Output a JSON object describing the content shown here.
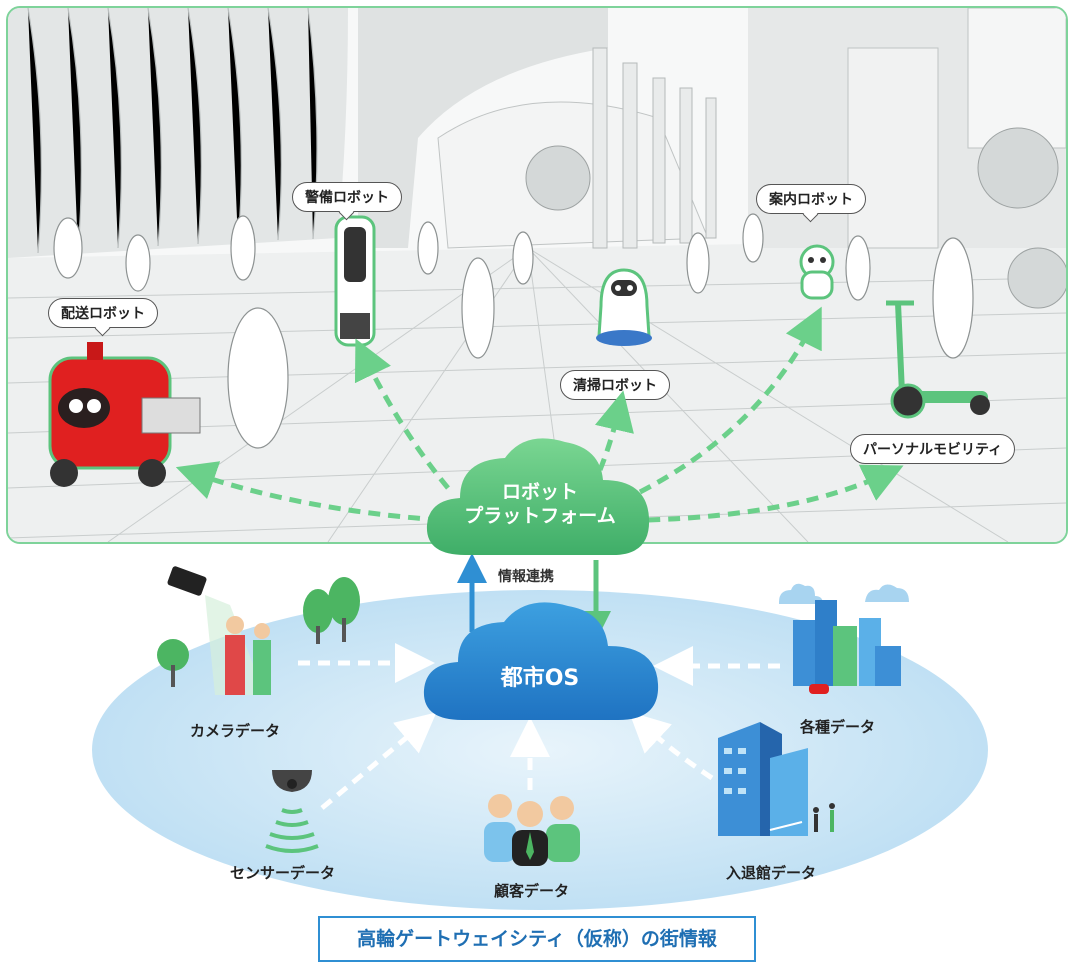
{
  "robots": {
    "delivery": "配送ロボット",
    "security": "警備ロボット",
    "cleaning": "清掃ロボット",
    "guide": "案内ロボット",
    "mobility": "パーソナルモビリティ"
  },
  "platform": {
    "line1": "ロボット",
    "line2": "プラットフォーム"
  },
  "link_label": "情報連携",
  "city_os": "都市OS",
  "data_sources": {
    "camera": "カメラデータ",
    "sensor": "センサーデータ",
    "customer": "顧客データ",
    "entry_exit": "入退館データ",
    "various": "各種データ"
  },
  "caption": "高輪ゲートウェイシティ（仮称）の街情報",
  "colors": {
    "platform_green": "#5cc47d",
    "os_blue": "#2f8fd3",
    "arrow_green": "#6bd08a",
    "arrow_white": "#ffffff",
    "ellipse_blue": "#cfe8f6",
    "robot_red": "#e02020"
  }
}
